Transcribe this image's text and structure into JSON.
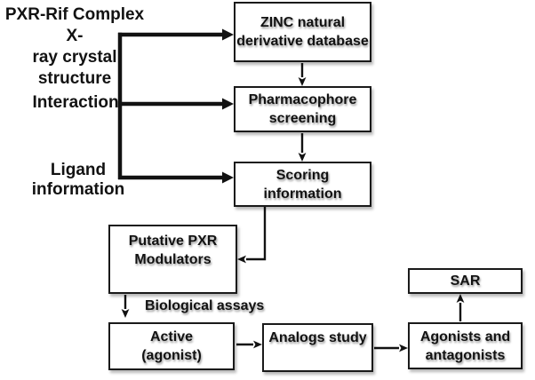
{
  "colors": {
    "ink": "#121212",
    "background": "#ffffff",
    "box_border": "#1a1a1a"
  },
  "left_labels": {
    "title": [
      "PXR-Rif Complex X-",
      "ray crystal",
      "structure"
    ],
    "interaction": "Interaction",
    "ligand": [
      "Ligand",
      "information"
    ]
  },
  "boxes": {
    "zinc": [
      "ZINC natural",
      "derivative database"
    ],
    "pharmacophore": [
      "Pharmacophore",
      "screening"
    ],
    "scoring": [
      "Scoring",
      "information"
    ],
    "putative": [
      "Putative PXR",
      "Modulators"
    ],
    "active": [
      "Active",
      "(agonist)"
    ],
    "analogs": "Analogs study",
    "agonists": [
      "Agonists and",
      "antagonists"
    ],
    "sar": "SAR"
  },
  "annotations": {
    "biological_assays": "Biological assays"
  }
}
